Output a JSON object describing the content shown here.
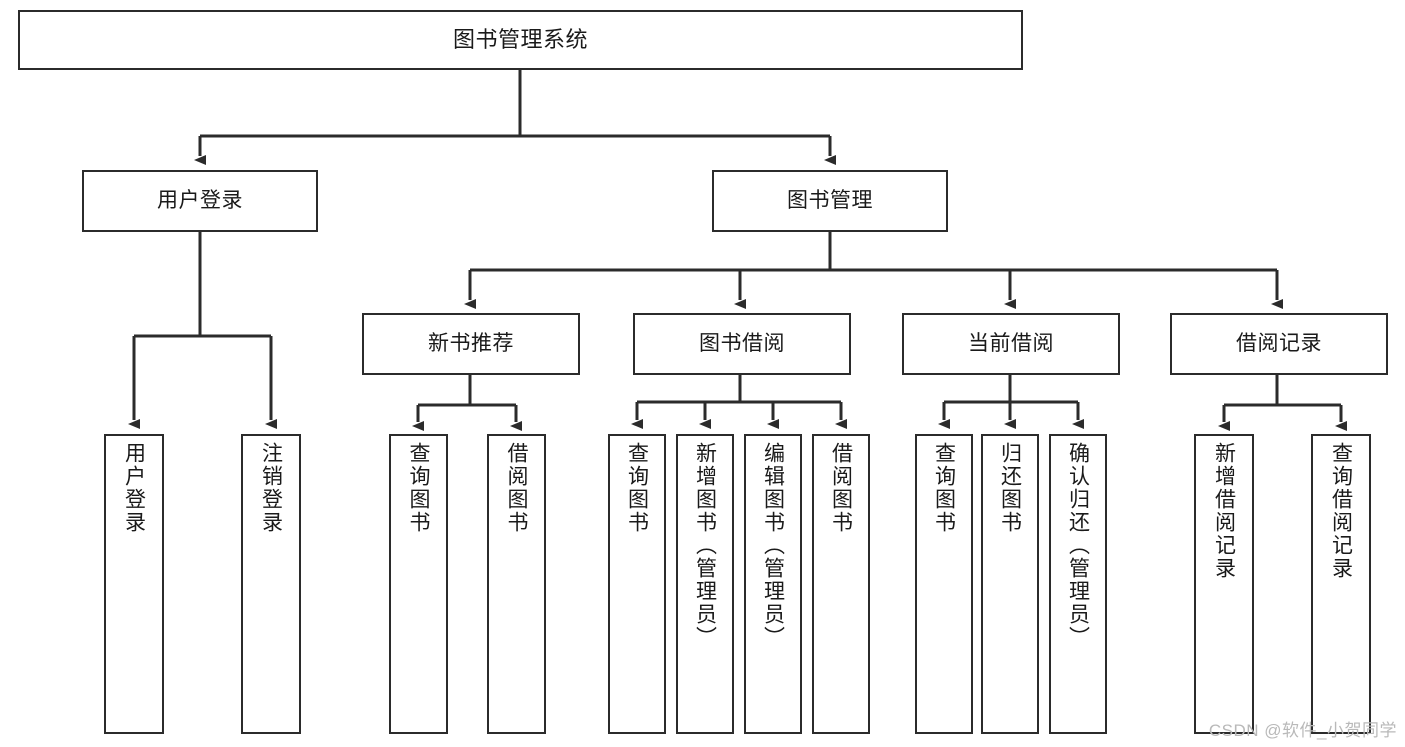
{
  "diagram": {
    "title": "图书管理系统",
    "type": "tree-hierarchy",
    "background_color": "#ffffff",
    "node_border_color": "#2b2b2b",
    "node_fill_color": "#ffffff",
    "text_color": "#1a1a1a"
  },
  "nodes": {
    "root": {
      "label": "图书管理系统"
    },
    "level2": [
      {
        "id": "user-login",
        "label": "用户登录"
      },
      {
        "id": "book-management",
        "label": "图书管理"
      }
    ],
    "level3": [
      {
        "id": "new-book-recommend",
        "label": "新书推荐"
      },
      {
        "id": "book-borrow",
        "label": "图书借阅"
      },
      {
        "id": "current-borrow",
        "label": "当前借阅"
      },
      {
        "id": "borrow-record",
        "label": "借阅记录"
      }
    ],
    "leaves": {
      "user_login": [
        {
          "id": "leaf-user-login",
          "label": "用户登录"
        },
        {
          "id": "leaf-logout-login",
          "label": "注销登录"
        }
      ],
      "new_book_recommend": [
        {
          "id": "leaf-query-book-1",
          "label": "查询图书"
        },
        {
          "id": "leaf-borrow-book-1",
          "label": "借阅图书"
        }
      ],
      "book_borrow": [
        {
          "id": "leaf-query-book-2",
          "label": "查询图书"
        },
        {
          "id": "leaf-add-book-admin",
          "label": "新增图书（管理员）"
        },
        {
          "id": "leaf-edit-book-admin",
          "label": "编辑图书（管理员）"
        },
        {
          "id": "leaf-borrow-book-2",
          "label": "借阅图书"
        }
      ],
      "current_borrow": [
        {
          "id": "leaf-query-book-3",
          "label": "查询图书"
        },
        {
          "id": "leaf-return-book",
          "label": "归还图书"
        },
        {
          "id": "leaf-confirm-return-admin",
          "label": "确认归还（管理员）"
        }
      ],
      "borrow_record": [
        {
          "id": "leaf-add-borrow-record",
          "label": "新增借阅记录"
        },
        {
          "id": "leaf-query-borrow-record",
          "label": "查询借阅记录"
        }
      ]
    }
  },
  "watermark": {
    "text": "CSDN @软件_小贺同学"
  }
}
